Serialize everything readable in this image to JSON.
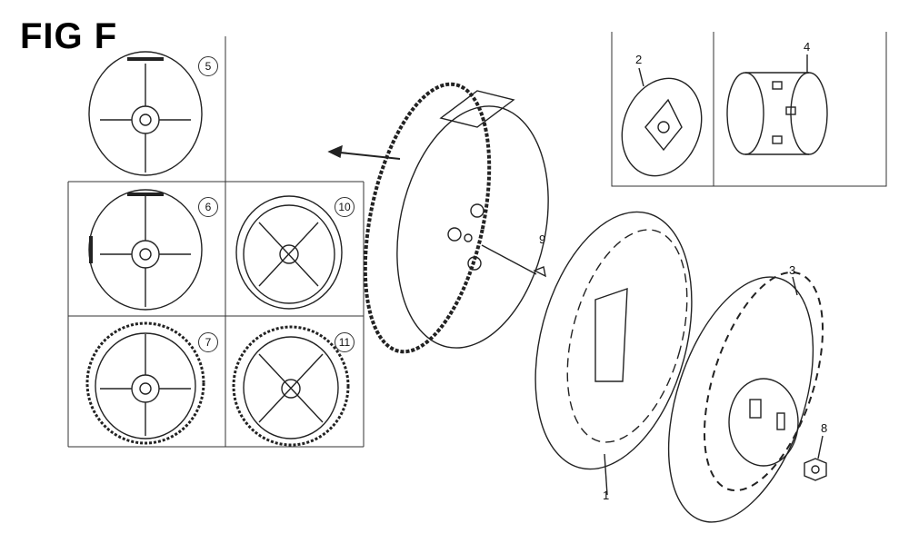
{
  "title": "FIG F",
  "variant_labels": [
    "5",
    "6",
    "7",
    "10",
    "11"
  ],
  "part_labels": {
    "p1": "1",
    "p2": "2",
    "p3": "3",
    "p4": "4",
    "p8": "8",
    "p9": "9"
  }
}
